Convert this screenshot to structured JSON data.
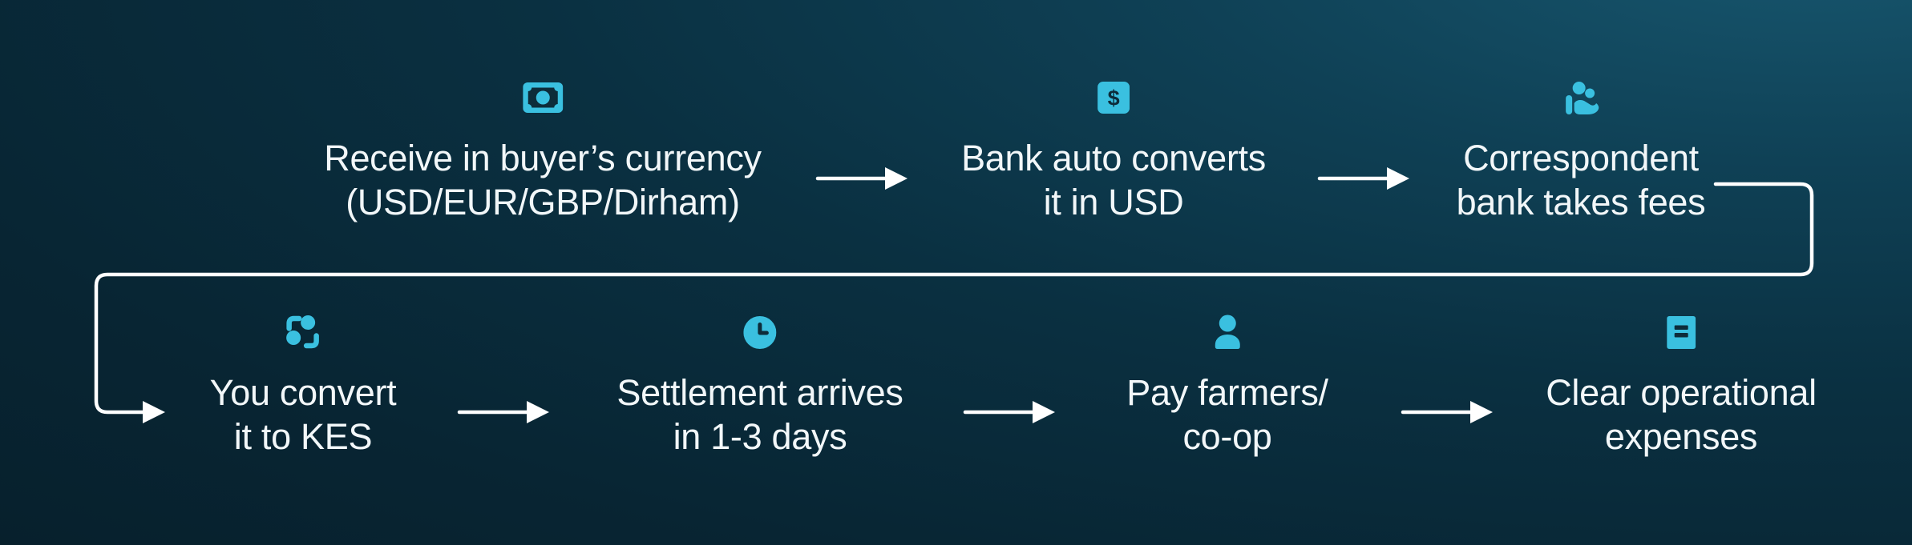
{
  "diagram": {
    "description_colors": {
      "accent_cyan": "#3ac0e0",
      "icon_glyph_dark": "#0d2c3a",
      "background_teal_corner": "#17566e",
      "background_dark": "#061d28",
      "text": "#f2f7f9",
      "connector_line": "#ffffff"
    },
    "icons": {
      "dollar_glyph": "$"
    },
    "steps": [
      {
        "icon": "banknote-icon",
        "line1": "Receive in buyer’s currency",
        "line2": "(USD/EUR/GBP/Dirham)"
      },
      {
        "icon": "dollar-icon",
        "line1": "Bank auto converts",
        "line2": "it in USD"
      },
      {
        "icon": "hand-people-icon",
        "line1": "Correspondent",
        "line2": "bank takes fees"
      },
      {
        "icon": "user-switch-icon",
        "line1": "You convert",
        "line2": "it to KES"
      },
      {
        "icon": "clock-icon",
        "line1": "Settlement arrives",
        "line2": "in 1-3 days"
      },
      {
        "icon": "person-icon",
        "line1": "Pay farmers/",
        "line2": "co-op"
      },
      {
        "icon": "receipt-icon",
        "line1": "Clear operational",
        "line2": "expenses"
      }
    ]
  }
}
